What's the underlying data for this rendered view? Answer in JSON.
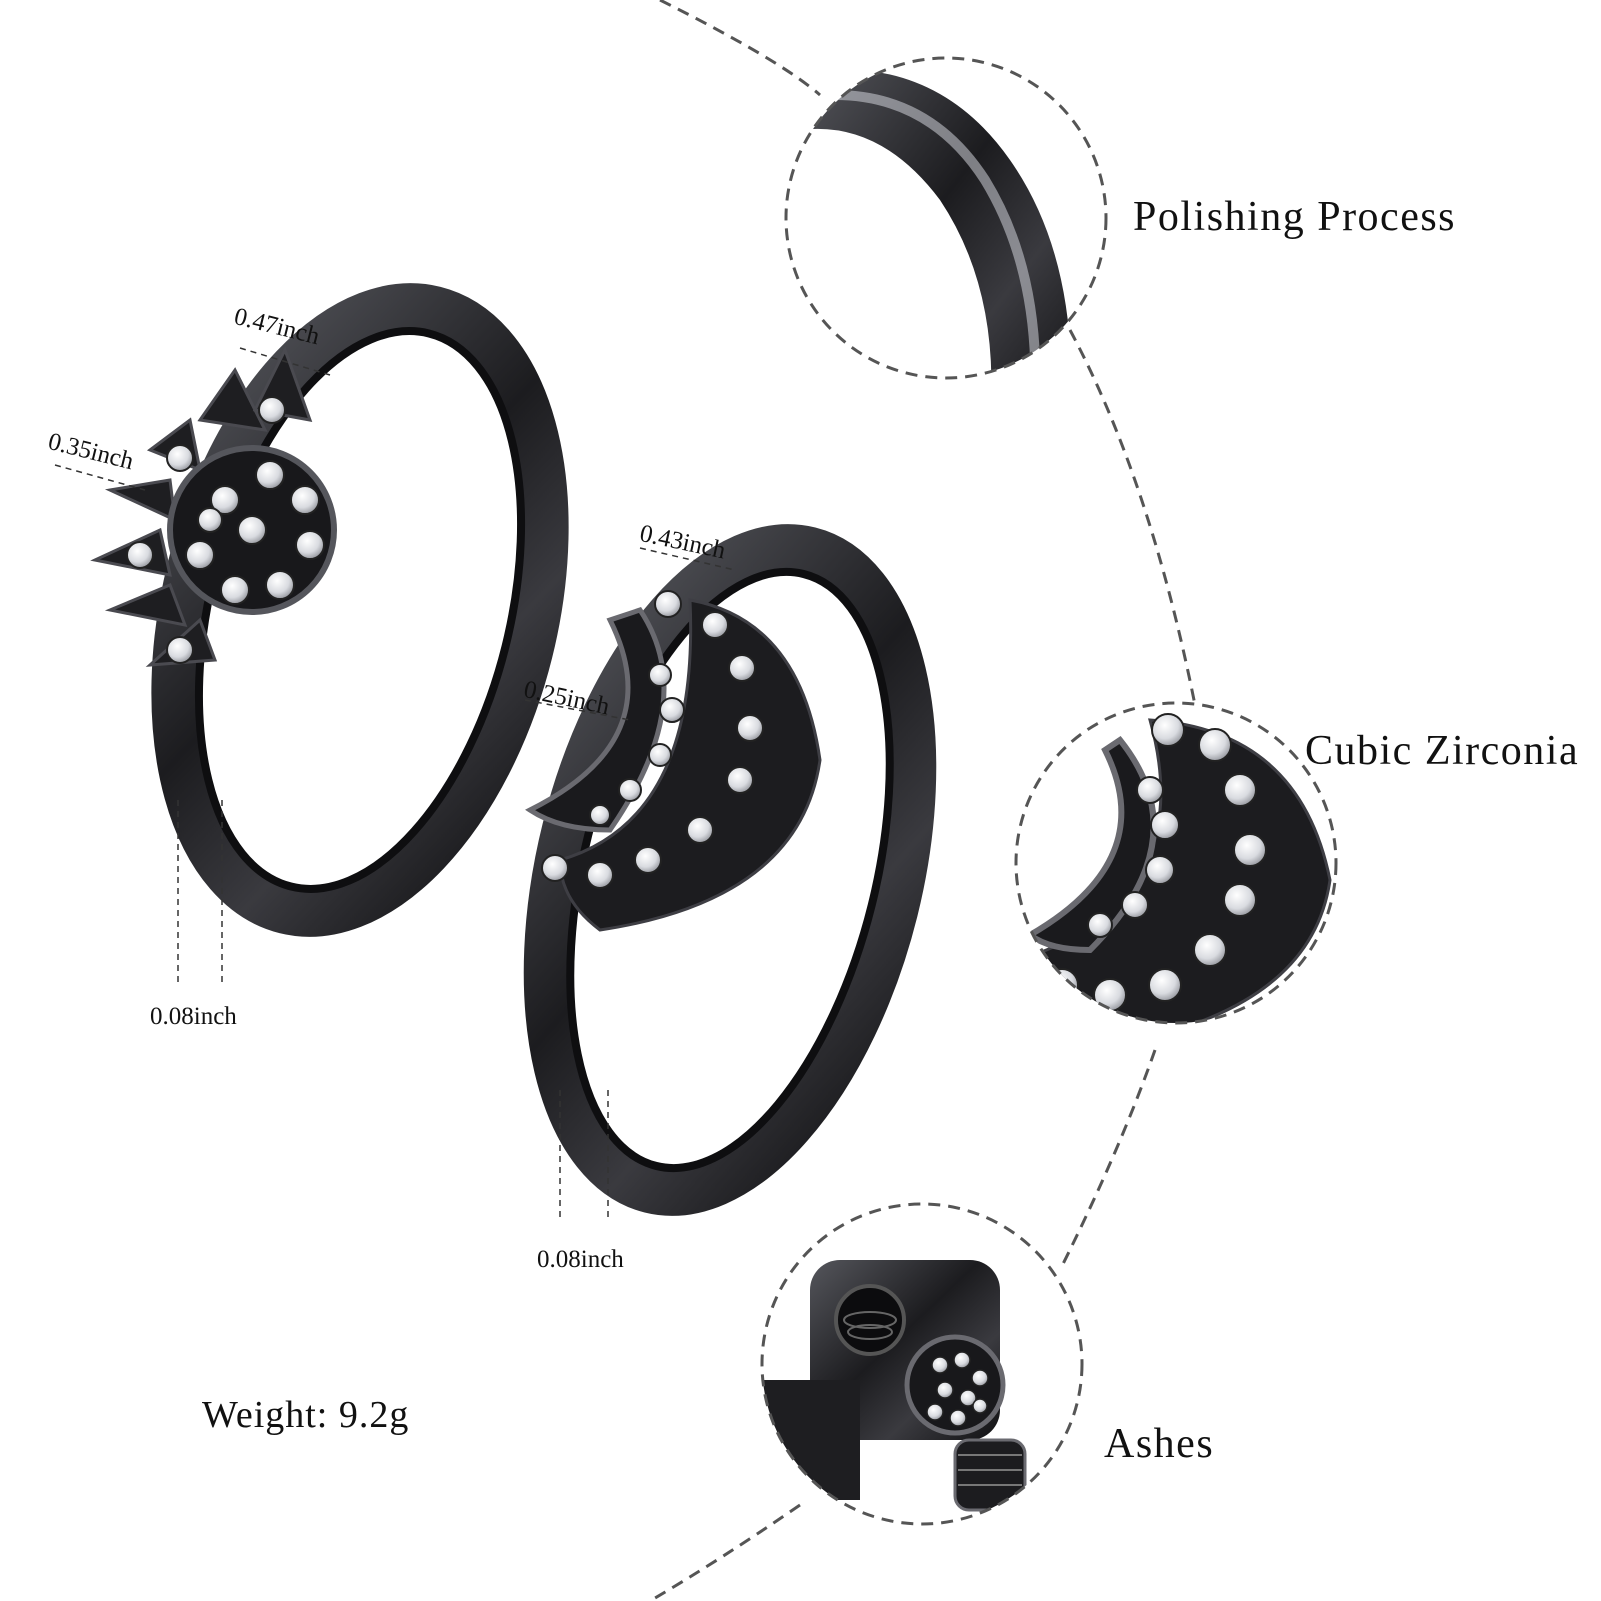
{
  "features": {
    "polishing": "Polishing Process",
    "cubic_zirconia": "Cubic Zirconia",
    "ashes": "Ashes"
  },
  "dimensions": {
    "sun_width": "0.47inch",
    "sun_height": "0.35inch",
    "sun_band": "0.08inch",
    "moon_width": "0.43inch",
    "moon_height": "0.25inch",
    "moon_band": "0.08inch"
  },
  "weight": "Weight: 9.2g",
  "colors": {
    "metal": "#2b2b2e",
    "metal_highlight": "#6a6a70",
    "stone": "#e6e8ec",
    "dash": "#555555",
    "text": "#111111"
  }
}
